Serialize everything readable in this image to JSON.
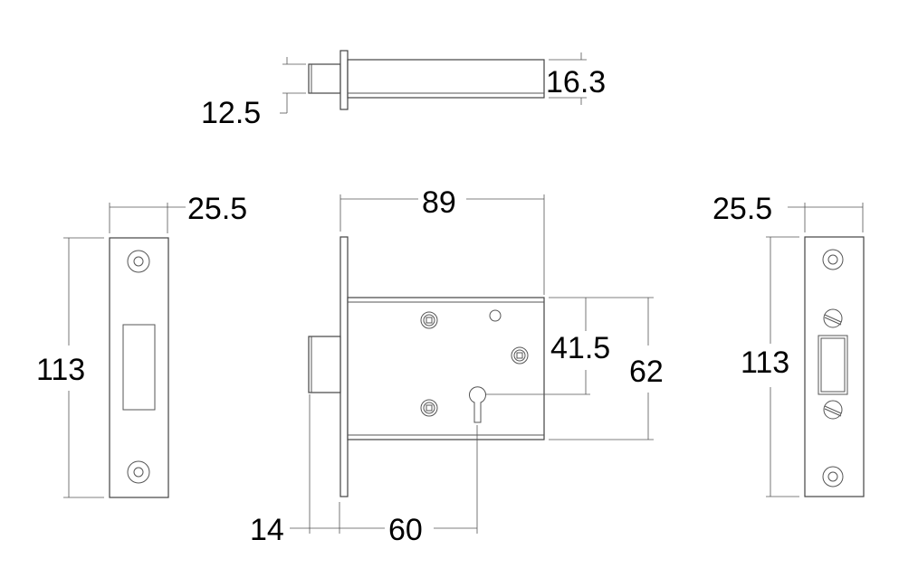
{
  "title": "Mortice lock technical drawing",
  "views": {
    "bolt_top": {
      "dims": {
        "bolt_width": "12.5",
        "case_thickness": "16.3"
      }
    },
    "left_strike_plate": {
      "dims": {
        "width": "25.5",
        "height": "113"
      }
    },
    "lock_body": {
      "dims": {
        "overall_depth": "89",
        "keyhole_to_follower": "41.5",
        "case_height": "62",
        "bolt_throw": "14",
        "backset": "60"
      }
    },
    "right_forend": {
      "dims": {
        "width": "25.5",
        "height": "113"
      }
    }
  }
}
